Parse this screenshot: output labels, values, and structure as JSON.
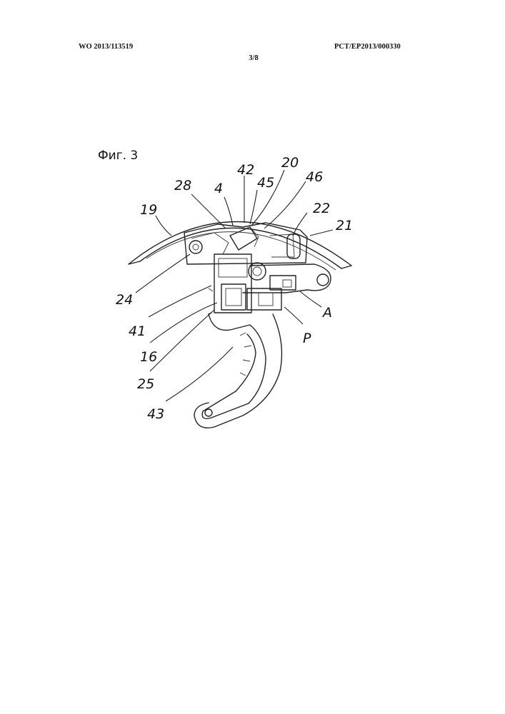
{
  "header": {
    "publication_number": "WO 2013/113519",
    "application_number": "PCT/EP2013/000330",
    "sheet": "3/8"
  },
  "figure": {
    "title": "Фиг. 3",
    "reference_labels": {
      "r19": "19",
      "r28": "28",
      "r4": "4",
      "r42": "42",
      "r45": "45",
      "r20": "20",
      "r46": "46",
      "r22": "22",
      "r21": "21",
      "r24": "24",
      "r41": "41",
      "r16": "16",
      "r25": "25",
      "r43": "43",
      "rA": "A",
      "rP": "P"
    }
  }
}
